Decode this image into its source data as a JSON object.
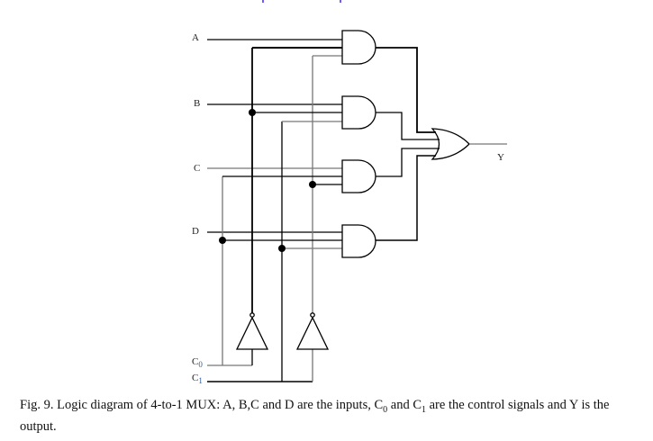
{
  "figure": {
    "inputs": [
      "A",
      "B",
      "C",
      "D"
    ],
    "controls": [
      {
        "base": "C",
        "sub": "0"
      },
      {
        "base": "C",
        "sub": "1"
      }
    ],
    "output": "Y",
    "gates": {
      "and": 4,
      "or": 1,
      "not": 2
    },
    "caption": {
      "prefix": "Fig. 9. Logic diagram of 4-to-1 MUX: A, B,C and D are the inputs, C",
      "sub0": "0",
      "mid": " and C",
      "sub1": "1",
      "suffix": " are the control signals and Y is the output."
    }
  }
}
